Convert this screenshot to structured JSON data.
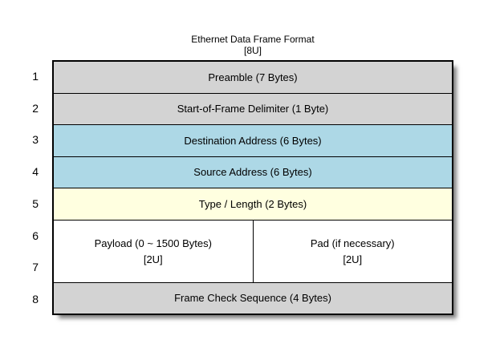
{
  "title": {
    "text": "Ethernet Data Frame Format",
    "units": "[8U]"
  },
  "row_numbers": [
    "1",
    "2",
    "3",
    "4",
    "5",
    "6",
    "7",
    "8"
  ],
  "fields": {
    "preamble": {
      "label": "Preamble (7 Bytes)"
    },
    "sfd": {
      "label": "Start-of-Frame Delimiter (1 Byte)"
    },
    "destination": {
      "label": "Destination Address (6 Bytes)"
    },
    "source": {
      "label": "Source Address (6 Bytes)"
    },
    "type_length": {
      "label": "Type / Length (2 Bytes)"
    },
    "payload": {
      "label": "Payload (0 ~ 1500 Bytes)",
      "units": "[2U]"
    },
    "pad": {
      "label": "Pad (if necessary)",
      "units": "[2U]"
    },
    "fcs": {
      "label": "Frame Check Sequence (4 Bytes)"
    }
  },
  "colors": {
    "control_gray": "#d3d3d3",
    "address_blue": "#add8e6",
    "type_yellow": "#ffffe0",
    "payload_white": "#ffffff",
    "border_black": "#000000"
  }
}
